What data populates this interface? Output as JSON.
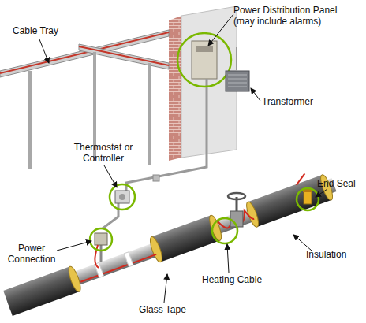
{
  "diagram": {
    "labels": [
      "Cable Tray",
      "Power Distribution Panel (may include alarms)",
      "Transformer",
      "End Seal",
      "Thermostat or Controller",
      "Power Connection",
      "Insulation",
      "Heating Cable",
      "Glass Tape"
    ]
  }
}
